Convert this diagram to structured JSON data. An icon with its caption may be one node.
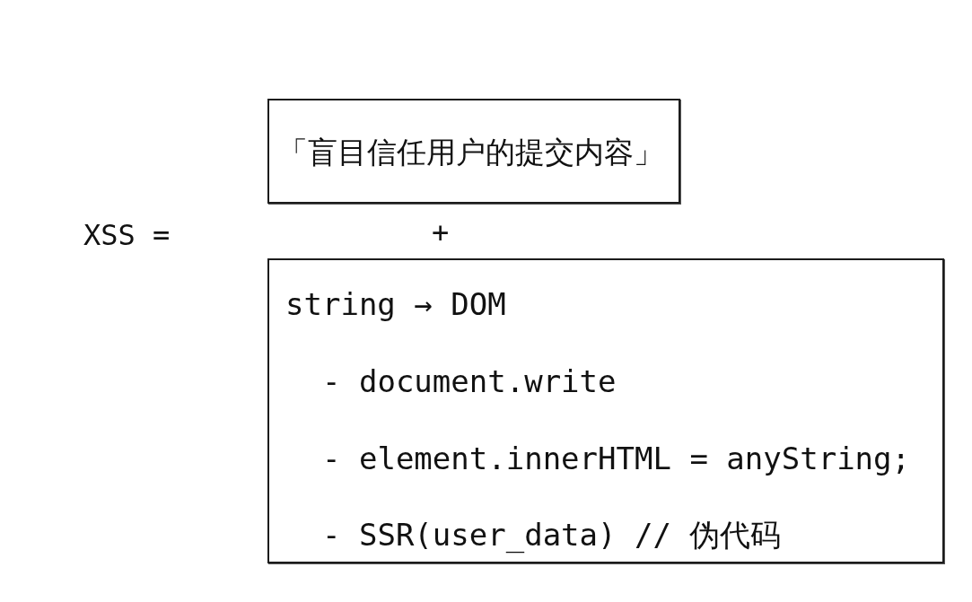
{
  "diagram": {
    "nodes": [
      {
        "text": [
          "「盲目信任用户的提交内容」"
        ]
      },
      {
        "text": [
          "string → DOM",
          "- document.write",
          "- element.innerHTML = anyString;",
          "- SSR(user_data) // 伪代码"
        ]
      }
    ],
    "labels": [
      "XSS =",
      "+"
    ]
  }
}
